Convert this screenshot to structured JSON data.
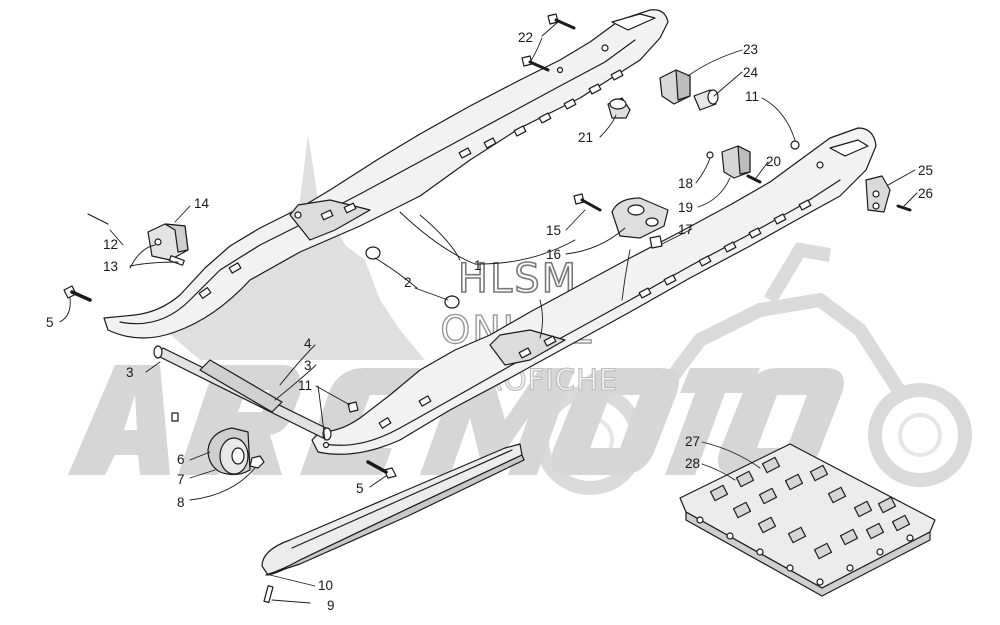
{
  "watermark": {
    "line1": "HLSM",
    "line2": "ONLINE",
    "line3": "MICROFICHE",
    "brand_text": "ArcMoto"
  },
  "colors": {
    "line": "#1a1a1a",
    "part_fill": "#ececec",
    "part_shade": "#c4c4c4",
    "watermark": "#bdbdbd",
    "watermark_dark": "#8a8a8a"
  },
  "callouts": [
    {
      "label": "1"
    },
    {
      "label": "2"
    },
    {
      "label": "3"
    },
    {
      "label": "3"
    },
    {
      "label": "4"
    },
    {
      "label": "5"
    },
    {
      "label": "5"
    },
    {
      "label": "6"
    },
    {
      "label": "7"
    },
    {
      "label": "8"
    },
    {
      "label": "9"
    },
    {
      "label": "10"
    },
    {
      "label": "11"
    },
    {
      "label": "11"
    },
    {
      "label": "12"
    },
    {
      "label": "13"
    },
    {
      "label": "14"
    },
    {
      "label": "15"
    },
    {
      "label": "16"
    },
    {
      "label": "17"
    },
    {
      "label": "18"
    },
    {
      "label": "19"
    },
    {
      "label": "20"
    },
    {
      "label": "21"
    },
    {
      "label": "22"
    },
    {
      "label": "23"
    },
    {
      "label": "24"
    },
    {
      "label": "25"
    },
    {
      "label": "26"
    },
    {
      "label": "27"
    },
    {
      "label": "28"
    }
  ]
}
